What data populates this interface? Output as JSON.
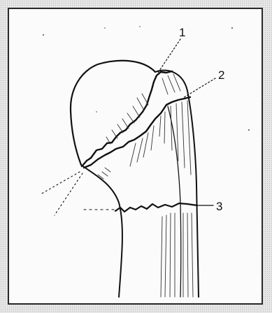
{
  "labels": {
    "label1": "1",
    "label2": "2",
    "label3": "3"
  }
}
